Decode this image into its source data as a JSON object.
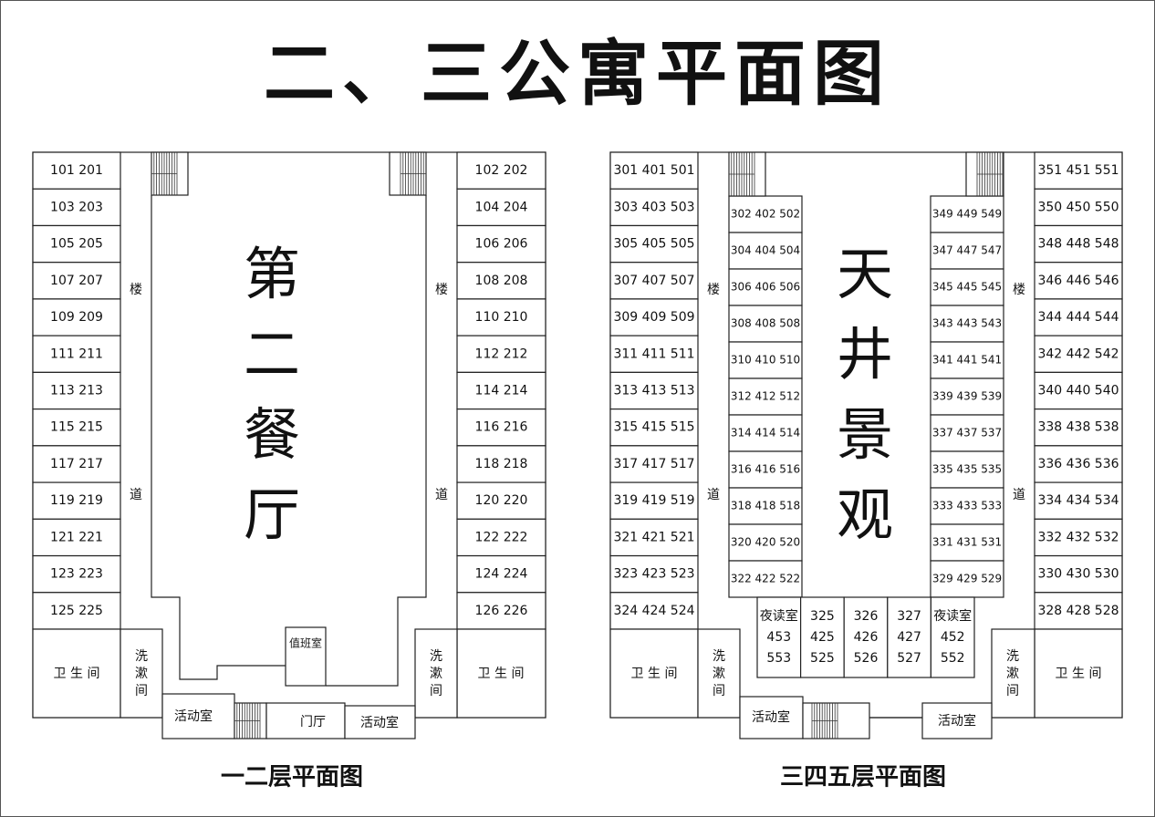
{
  "title": "二、三公寓平面图",
  "plan_a": {
    "caption": "一二层平面图",
    "hall_label": [
      "第",
      "二",
      "餐",
      "厅"
    ],
    "corridor_label": [
      "楼",
      "道"
    ],
    "left_rooms": [
      "101  201",
      "103  203",
      "105  205",
      "107  207",
      "109  209",
      "111  211",
      "113  213",
      "115  215",
      "117  217",
      "119  219",
      "121  221",
      "123  223",
      "125  225"
    ],
    "right_rooms": [
      "102  202",
      "104  204",
      "106  206",
      "108  208",
      "110  210",
      "112  212",
      "114  214",
      "116  216",
      "118  218",
      "120  220",
      "122  222",
      "124  224",
      "126  226"
    ],
    "toilet": "卫 生 间",
    "washroom": [
      "洗",
      "漱",
      "间"
    ],
    "activity": "活动室",
    "lobby": "门厅",
    "duty": "值班室"
  },
  "plan_b": {
    "caption": "三四五层平面图",
    "court_label": [
      "天",
      "井",
      "景",
      "观"
    ],
    "corridor_label": [
      "楼",
      "道"
    ],
    "left_rooms": [
      "301 401 501",
      "303 403 503",
      "305 405 505",
      "307 407 507",
      "309 409 509",
      "311 411 511",
      "313 413 513",
      "315 415 515",
      "317 417 517",
      "319 419 519",
      "321 421 521",
      "323 423 523",
      "324 424 524"
    ],
    "inner_left_rooms": [
      "302 402 502",
      "304 404 504",
      "306 406 506",
      "308 408 508",
      "310 410 510",
      "312 412 512",
      "314 414 514",
      "316 416 516",
      "318 418 518",
      "320 420 520",
      "322 422 522"
    ],
    "inner_right_rooms": [
      "349 449 549",
      "347 447 547",
      "345 445 545",
      "343 443 543",
      "341 441 541",
      "339 439 539",
      "337 437 537",
      "335 435 535",
      "333 433 533",
      "331 431 531",
      "329 429 529"
    ],
    "right_rooms": [
      "351 451 551",
      "350 450 550",
      "348 448 548",
      "346 446 546",
      "344 444 544",
      "342 442 542",
      "340 440 540",
      "338 438 538",
      "336 436 536",
      "334 434 534",
      "332 432 532",
      "330 430 530",
      "328 428 528"
    ],
    "bottom_rooms": [
      [
        "夜读室",
        "453",
        "553"
      ],
      [
        "325",
        "425",
        "525"
      ],
      [
        "326",
        "426",
        "526"
      ],
      [
        "327",
        "427",
        "527"
      ],
      [
        "夜读室",
        "452",
        "552"
      ]
    ],
    "toilet": "卫 生 间",
    "washroom": [
      "洗",
      "漱",
      "间"
    ],
    "activity": "活动室"
  }
}
